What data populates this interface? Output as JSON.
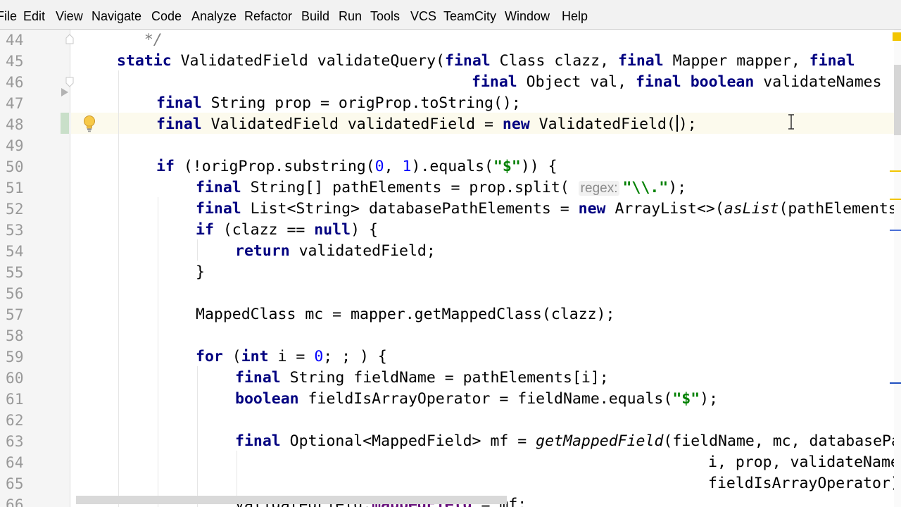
{
  "menu": [
    "File",
    "Edit",
    "View",
    "Navigate",
    "Code",
    "Analyze",
    "Refactor",
    "Build",
    "Run",
    "Tools",
    "VCS",
    "TeamCity",
    "Window",
    "Help"
  ],
  "editor": {
    "line_numbers": [
      "44",
      "45",
      "46",
      "47",
      "48",
      "49",
      "50",
      "51",
      "52",
      "53",
      "54",
      "55",
      "56",
      "57",
      "58",
      "59",
      "60",
      "61",
      "62",
      "63",
      "64",
      "65",
      "66"
    ],
    "hint_regex": "regex:",
    "colors": {
      "keyword": "#000080",
      "string": "#008000",
      "number": "#0000ff",
      "field": "#660e7a",
      "line_number": "#999999",
      "current_line": "#fcfaed"
    },
    "icons": [
      "lightbulb-icon",
      "fold-icon",
      "expand-arrow-icon",
      "text-cursor-icon"
    ]
  }
}
